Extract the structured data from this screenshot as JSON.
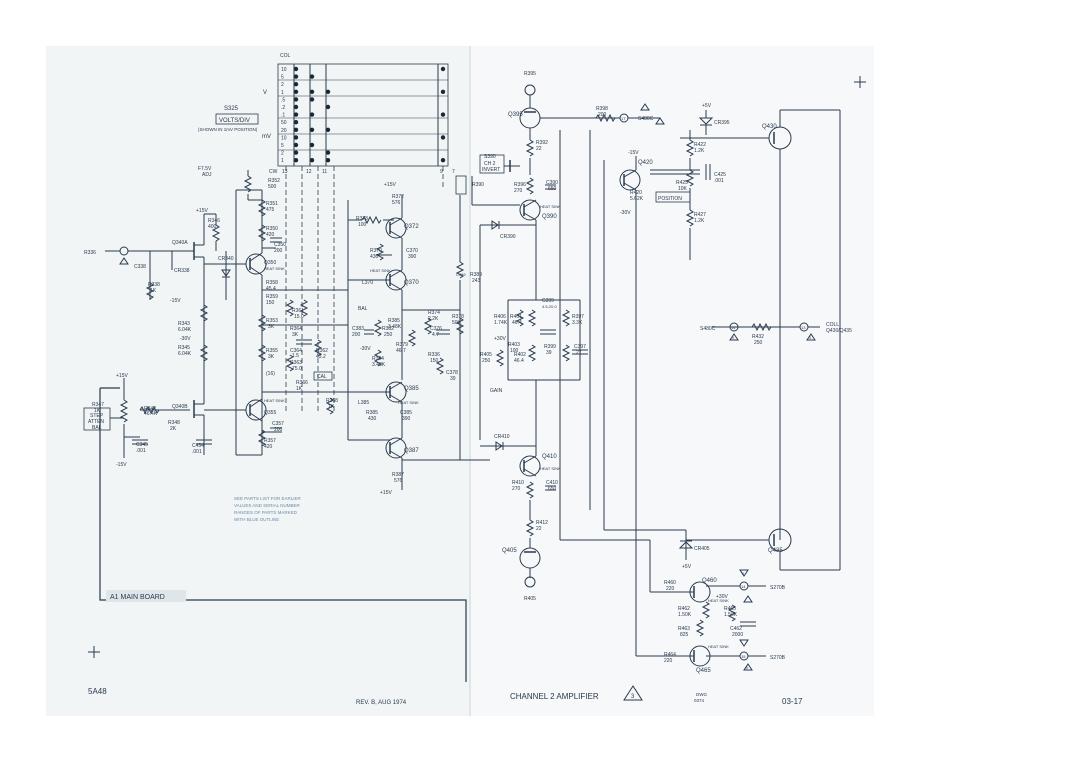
{
  "switch_name": "S325",
  "switch_title": "VOLTS/DIV",
  "switch_note": "(SHOWN IN 1mV POSITION)",
  "col_label": "COL",
  "cw_label": "CW",
  "switch_values": [
    "10",
    "5",
    "2",
    "1",
    ".5",
    ".2",
    ".1",
    "50",
    "20",
    "10",
    "5",
    "2",
    "1"
  ],
  "switch_col_nums": [
    "13",
    "12",
    "11"
  ],
  "switch_col_nums2": [
    "9",
    "7"
  ],
  "unit_v": "V",
  "unit_mv": "mV",
  "switch_dots": [
    [
      1,
      0,
      0
    ],
    [
      1,
      1,
      0
    ],
    [
      1,
      0,
      0
    ],
    [
      1,
      1,
      1
    ],
    [
      1,
      1,
      0
    ],
    [
      1,
      0,
      1
    ],
    [
      1,
      1,
      0
    ],
    [
      1,
      0,
      0
    ],
    [
      1,
      1,
      1
    ],
    [
      1,
      0,
      0
    ],
    [
      1,
      1,
      0
    ],
    [
      1,
      0,
      1
    ],
    [
      1,
      1,
      1
    ]
  ],
  "adj": {
    "name": "R352",
    "label": "F7.5V",
    "label2": "ADJ",
    "value": "500"
  },
  "left": {
    "r356": "R356",
    "r336": "R336",
    "q340a": "Q340A",
    "q340b": "Q340B",
    "cr338": "CR338",
    "r338": "R338",
    "r338v": "1K",
    "c338": "C338",
    "cr340": "CR340",
    "r346": "R346",
    "r346v": "400",
    "m15": "-15V",
    "m30": "-30V",
    "p15": "+15V",
    "r343": "R343",
    "r343v": "6.04K",
    "r345": "R345",
    "r345v": "6.04K",
    "r342": "R342",
    "r342v": "46.4K",
    "r348": "R348",
    "r348v": "2K",
    "c345": "C345",
    "c345v": ".001",
    "c434": "C434",
    "c434v": ".001",
    "r347": "R347",
    "r347v": "1K",
    "step1": "STEP",
    "step2": "ATTEN",
    "step3": "BAL"
  },
  "mid": {
    "r351": "R351",
    "r351v": "475",
    "r350": "R350",
    "r350v": "420",
    "c350": "C350",
    "c350v": "200",
    "q350": "Q350",
    "hs": "HEAT SINK",
    "r358": "R358",
    "r358v": "45.4",
    "r359": "R359",
    "r359v": "150",
    "r353": "R353",
    "r353v": "3K",
    "r361": "R361",
    "r361v": "15.0",
    "r364": "R364",
    "r364v": "3K",
    "r355": "R355",
    "r355v": "3K",
    "c364": "C364",
    "c364v": "1.5",
    "r363": "R363",
    "r363v": "75.0",
    "r362": "R362",
    "r362v": "43.2",
    "cal": "CAL",
    "c16": "(16)",
    "r366": "R366",
    "r366v": "1K",
    "r368": "R368",
    "r368v": "1K",
    "q355": "Q355",
    "c357": "C357",
    "c357v": "200",
    "r357": "R357",
    "r357v": "420",
    "r378": "R378",
    "r378v": "100",
    "q372": "Q372",
    "r372": "R372",
    "r372v": "576",
    "r370": "R370",
    "r370v": "430",
    "c370": "C370",
    "c370v": "390",
    "q370": "Q370",
    "l370": "L370",
    "bal": "BAL",
    "c383": "C383",
    "c383v": "200",
    "r382": "R382",
    "r382v": "250",
    "r379": "R379",
    "r379v": "46.7",
    "r385": "R385",
    "r385v": "3.48K",
    "r384": "R384",
    "r384v": "3.48K",
    "r374": "R374",
    "r374v": "2.2K",
    "c376": "C376",
    "c376v": "4.7",
    "r378b": "R378",
    "r378bv": "50K",
    "r336b": "R336",
    "r336bv": "150",
    "c378": "C378",
    "c378v": "39",
    "m30": "-30V",
    "q385": "Q385",
    "l385": "L385",
    "r385b": "R385",
    "r385bv": "430",
    "c385": "C385",
    "c385v": "390",
    "q387": "Q387",
    "r387": "R387",
    "r387v": "576",
    "p15": "+15V",
    "r389": "R389",
    "r389v": "243",
    "r390": "R390",
    "s390": "S390",
    "s390a": "CH 2",
    "s390b": "INVERT",
    "c389": "C389",
    "note1": "SEE PARTS LIST FOR EARLIER",
    "note2": "VALUES AND SERIAL NUMBER",
    "note3": "RANGES OF PARTS MARKED",
    "note4": "WITH BLUE OUTLINE"
  },
  "right": {
    "r395": "R395",
    "q395": "Q395",
    "r392": "R392",
    "r392v": "22",
    "r398": "R398",
    "r398v": "200",
    "s480c": "S480C",
    "t17": "17",
    "cr395": "CR395",
    "p5": "+5V",
    "q430": "Q430",
    "r396": "R396",
    "r396v": "270",
    "c390": "C390",
    "c390v": "650",
    "q390": "Q390",
    "hs": "HEAT SINK",
    "cr390": "CR390",
    "q420": "Q420",
    "m15": "-15V",
    "r420": "R420",
    "r420v": "5.62K",
    "m30": "-30V",
    "r422": "R422",
    "r422v": "1.2K",
    "r425": "R425",
    "r425v": "10K",
    "c425": "C425",
    "c425v": ".001",
    "position": "POSITION",
    "r427": "R427",
    "r427v": "1.2K",
    "r401": "R401",
    "r401v": "46.4",
    "r406": "R406",
    "r406v": "1.74K",
    "c399": "C399",
    "c399v": "4.5-20.0",
    "r397": "R397",
    "r397v": "3.3K",
    "p30": "+30V",
    "r403": "R403",
    "r403v": "100",
    "r402": "R402",
    "r402v": "46.4",
    "r399": "R399",
    "r399v": "39",
    "c397": "C397",
    "c397v": "27",
    "r405": "R405",
    "r405v": "250",
    "gain": "GAIN",
    "s480c2": "S480C",
    "t14": "14",
    "r432": "R432",
    "r432v": "250",
    "t13": "13",
    "coll": "COLL",
    "q430q435": "Q430/Q435",
    "tri4": "4",
    "tri3": "3",
    "cr410": "CR410",
    "q410": "Q410",
    "r410": "R410",
    "r410v": "270",
    "c410": "C410",
    "c410v": "650",
    "r412": "R412",
    "r412v": "22",
    "q405": "Q405",
    "r405b": "R405",
    "cr405": "CR405",
    "q435": "Q435",
    "r460": "R460",
    "r460v": "220",
    "q460": "Q460",
    "hs2": "HEAT SINK",
    "p30b": "+30V",
    "r462": "R462",
    "r462v": "1.50K",
    "r465": "R465",
    "r465v": "1.50K",
    "c462": "C462",
    "c462v": "2000",
    "r463": "R463",
    "r463v": "825",
    "r464": "R464",
    "r464v": "220",
    "q465": "Q465",
    "t14b": "14",
    "s270b": "S270B",
    "t15": "15",
    "s270b2": "S270B",
    "tri5": "5",
    "tri6": "6"
  },
  "footer": {
    "main_board": "A1  MAIN BOARD",
    "model": "5A48",
    "rev": "REV. B,  AUG 1974",
    "title": "CHANNEL 2 AMPLIFIER",
    "diagram_num": "3",
    "dwg": "DWG",
    "dwg_num": "0374",
    "page": "03-17"
  }
}
